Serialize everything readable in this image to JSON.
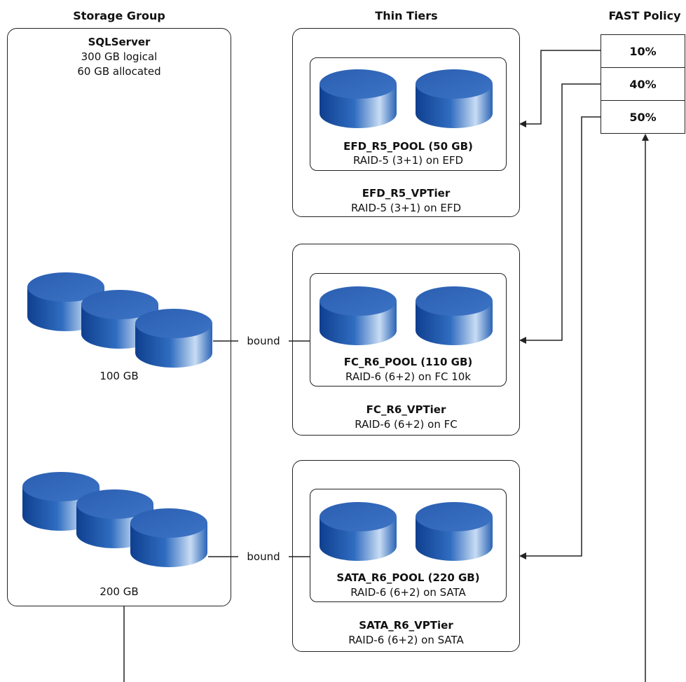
{
  "headers": {
    "storage_group": "Storage Group",
    "thin_tiers": "Thin Tiers",
    "fast_policy": "FAST Policy"
  },
  "storage_group": {
    "name": "SQLServer",
    "logical": "300 GB logical",
    "allocated": "60 GB allocated",
    "volumes": [
      {
        "size": "100 GB"
      },
      {
        "size": "200 GB"
      }
    ],
    "binding_label": "bound"
  },
  "tiers": [
    {
      "pool": "EFD_R5_POOL (50 GB)",
      "pool_raid": "RAID-5 (3+1) on EFD",
      "tier": "EFD_R5_VPTier",
      "tier_raid": "RAID-5 (3+1) on EFD"
    },
    {
      "pool": "FC_R6_POOL (110 GB)",
      "pool_raid": "RAID-6 (6+2) on FC 10k",
      "tier": "FC_R6_VPTier",
      "tier_raid": "RAID-6 (6+2) on FC"
    },
    {
      "pool": "SATA_R6_POOL (220 GB)",
      "pool_raid": "RAID-6 (6+2) on SATA",
      "tier": "SATA_R6_VPTier",
      "tier_raid": "RAID-6 (6+2) on SATA"
    }
  ],
  "fast_policy": [
    "10%",
    "40%",
    "50%"
  ],
  "colors": {
    "disk_top": "#2d62b3",
    "disk_side_dark": "#0f3f8f",
    "disk_side_light": "#c8dcf3",
    "line": "#222222"
  }
}
